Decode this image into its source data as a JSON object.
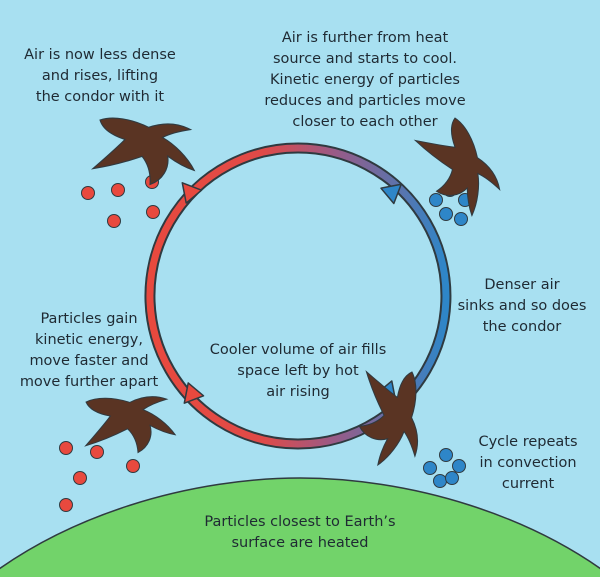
{
  "colors": {
    "sky": "#a8e0f1",
    "ground": "#72d36a",
    "ground_outline": "#2f3a40",
    "warm": "#e8493e",
    "cool": "#2e86c8",
    "bird": "#5a3423",
    "outline": "#2f3a40",
    "text": "#1f2a33"
  },
  "icons": {
    "bird": "condor-icon",
    "hot_particle": "warm-particle-dot",
    "cool_particle": "cool-particle-dot"
  },
  "labels": {
    "rise": [
      "Air is now less dense",
      "and rises, lifting",
      "the condor with it"
    ],
    "cool": [
      "Air is further from heat",
      "source and starts to cool.",
      "Kinetic energy of particles",
      "reduces and particles move",
      "closer to each other"
    ],
    "sink": [
      "Denser air",
      "sinks and so does",
      "the condor"
    ],
    "gain": [
      "Particles gain",
      "kinetic energy,",
      "move faster and",
      "move further apart"
    ],
    "center": [
      "Cooler volume of air fills",
      "space left by hot",
      "air rising"
    ],
    "cycle": [
      "Cycle repeats",
      "in convection",
      "current"
    ],
    "ground": [
      "Particles closest to Earth’s",
      "surface are heated"
    ]
  }
}
